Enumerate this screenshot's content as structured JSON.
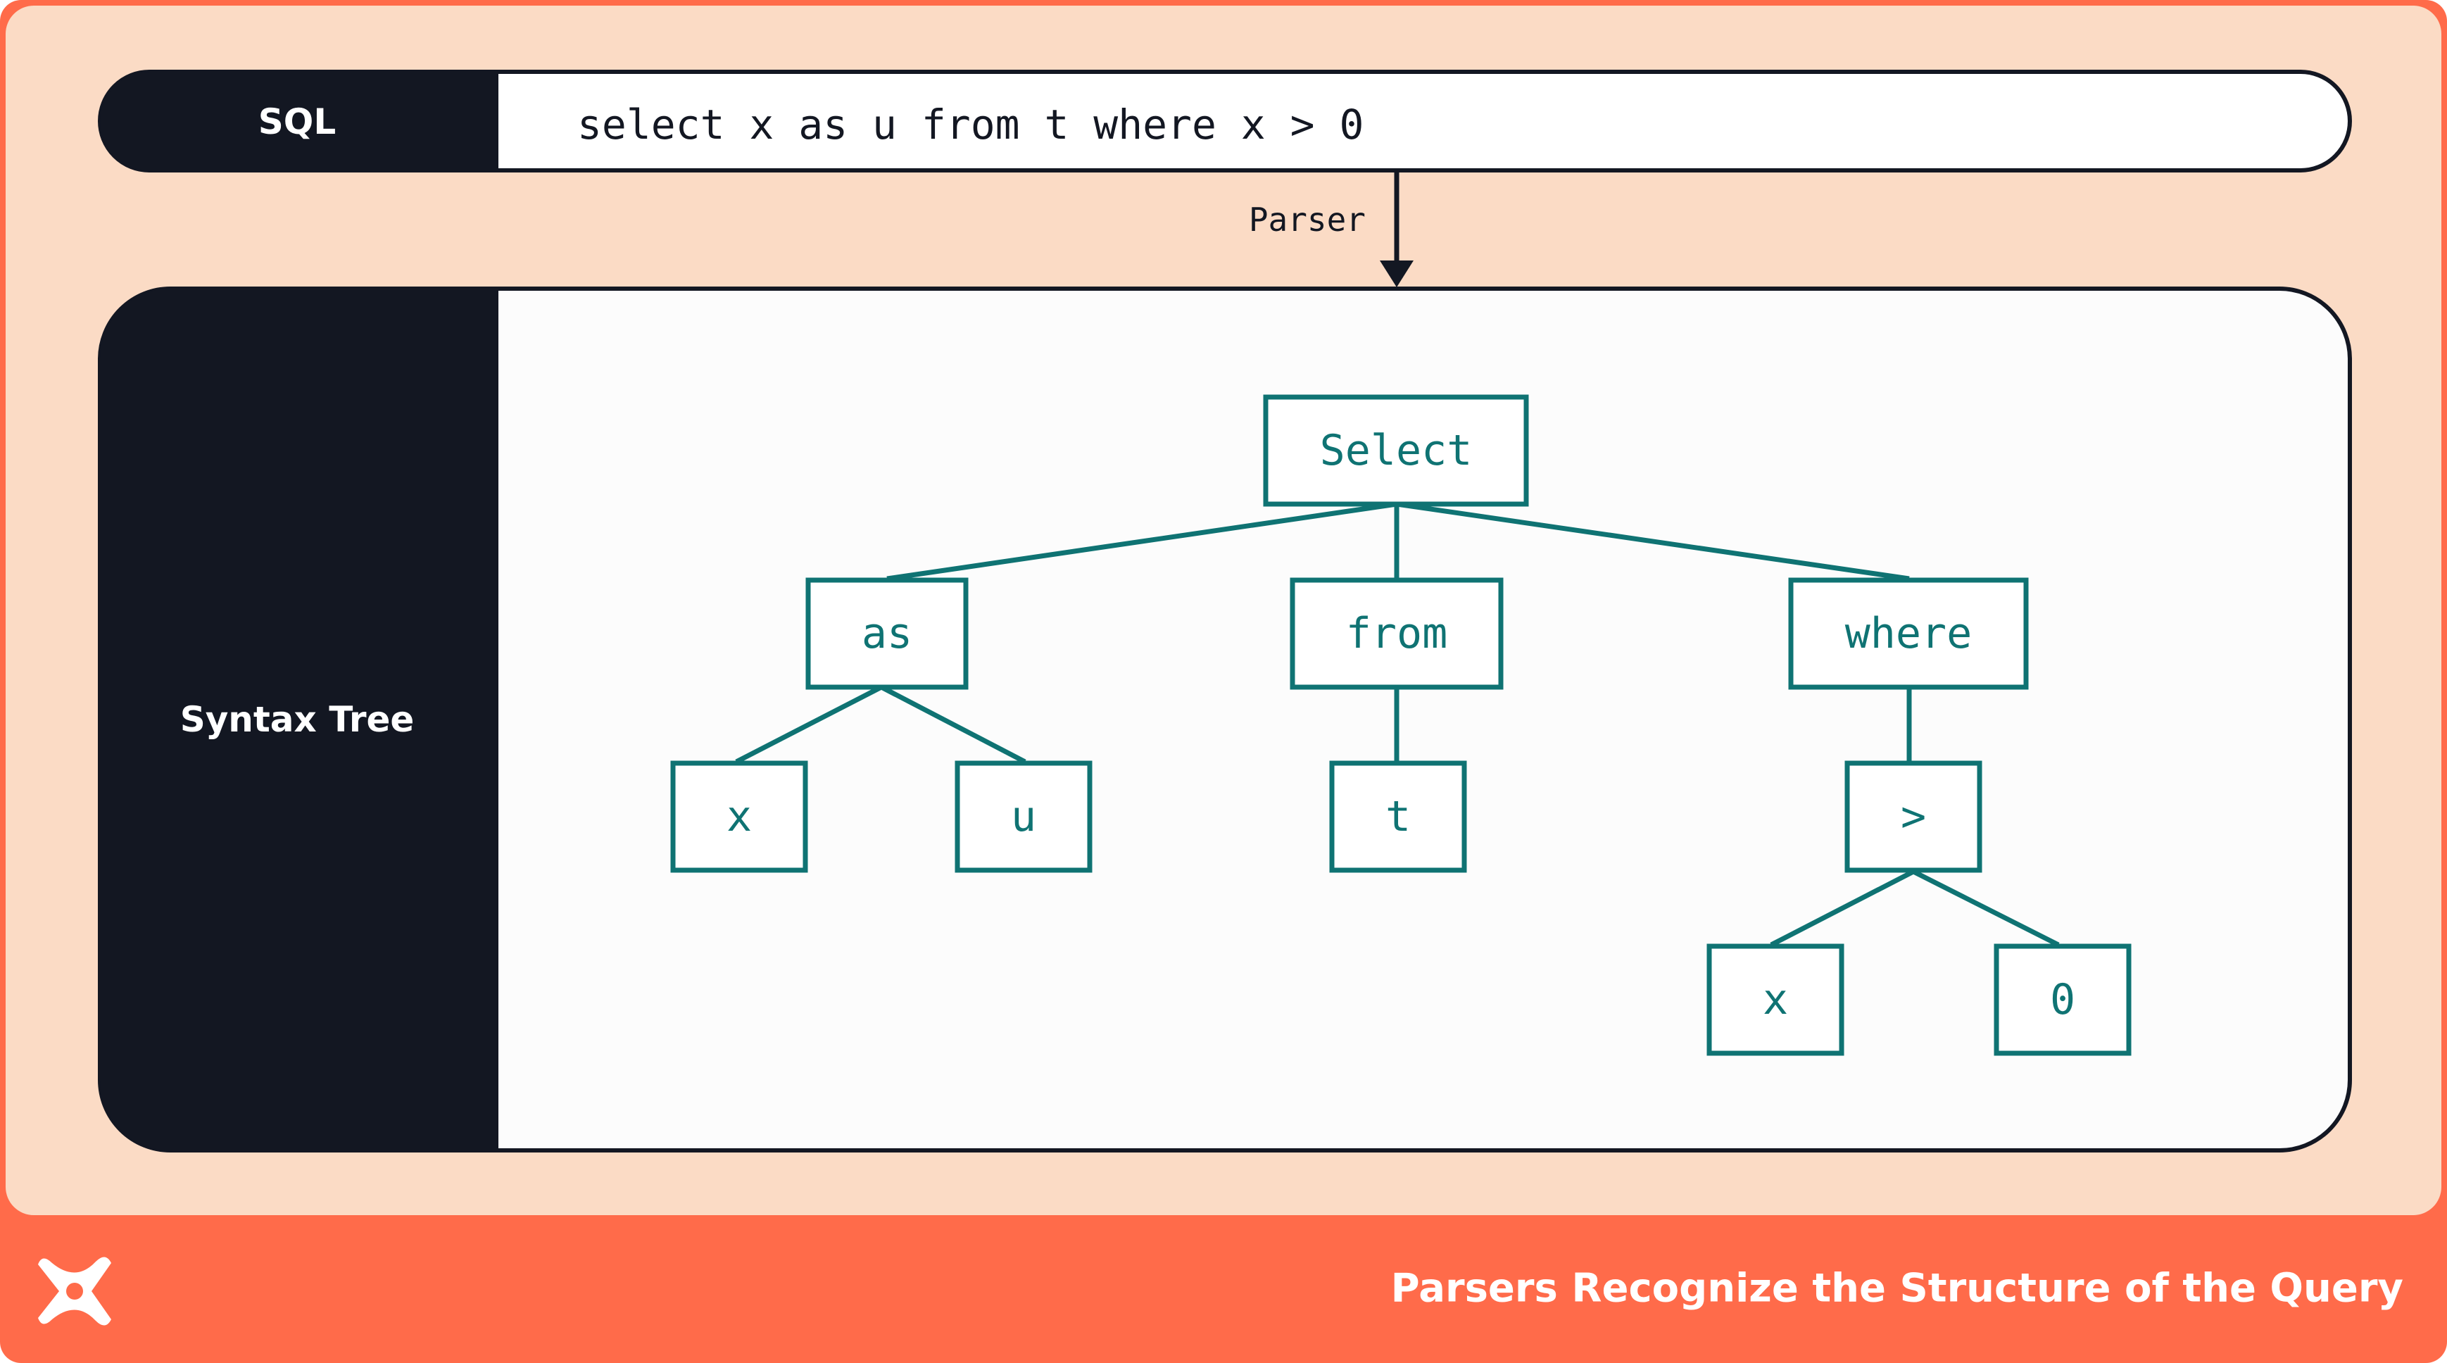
{
  "colors": {
    "frame": "#FF6B4A",
    "panel_bg": "#FBDBC5",
    "dark": "#131722",
    "canvas": "#FCFCFC",
    "teal": "#0F7373",
    "white": "#FFFFFF"
  },
  "sql_row": {
    "label": "SQL",
    "query": "select x as u from t where x > 0"
  },
  "parser_label": "Parser",
  "tree_panel": {
    "label": "Syntax Tree"
  },
  "nodes": {
    "select": "Select",
    "as": "as",
    "from": "from",
    "where": "where",
    "as_x": "x",
    "as_u": "u",
    "from_t": "t",
    "gt": ">",
    "gt_x": "x",
    "gt_0": "0"
  },
  "footer": {
    "logo_icon": "dbt-logo-icon",
    "caption": "Parsers Recognize the Structure of the Query"
  }
}
